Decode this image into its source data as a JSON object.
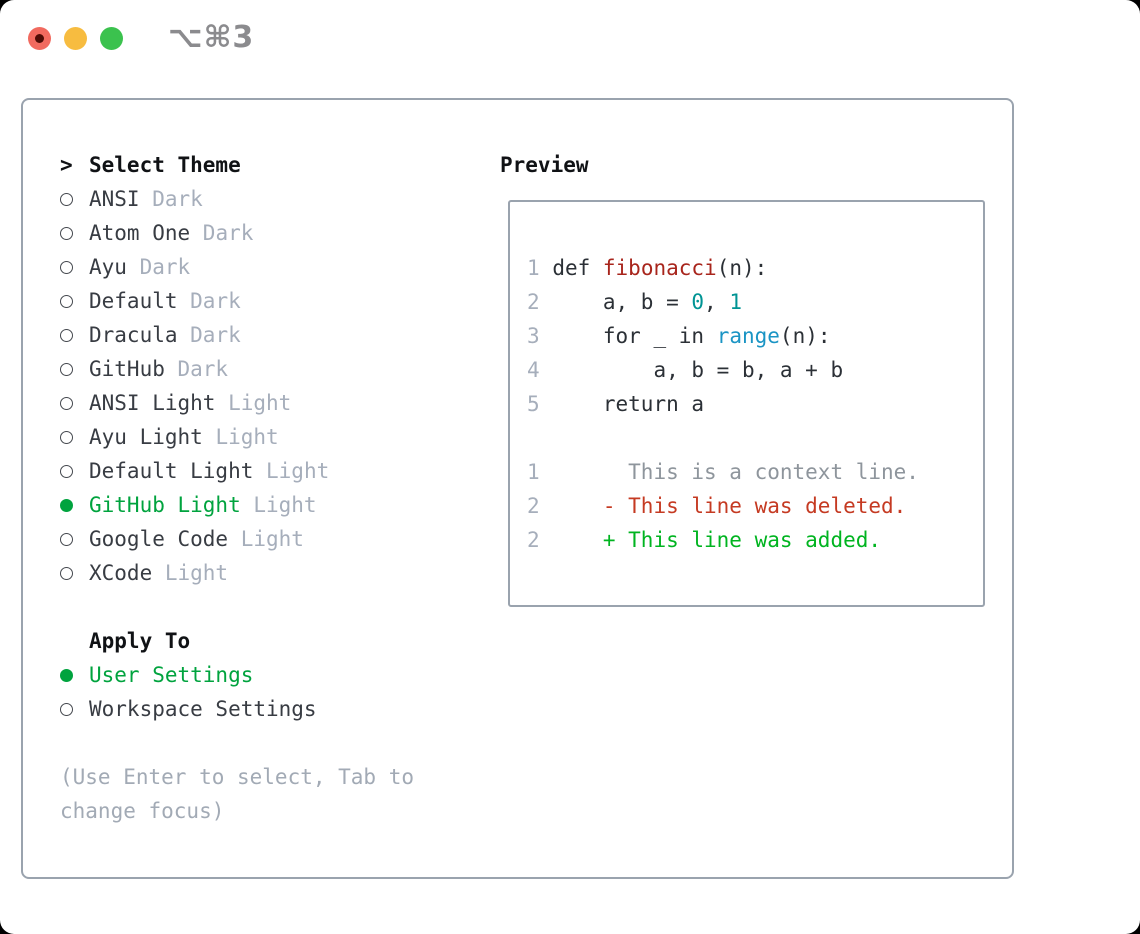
{
  "window": {
    "shortcut": "⌥⌘3",
    "traffic_lights": [
      {
        "name": "close",
        "color": "#f16a5f",
        "has_unsaved_dot": true,
        "dot_color": "#4e0c06"
      },
      {
        "name": "minimize",
        "color": "#f7bc40",
        "has_unsaved_dot": false
      },
      {
        "name": "zoom",
        "color": "#3bc24e",
        "has_unsaved_dot": false
      }
    ]
  },
  "theme_list": {
    "header": "Select Theme",
    "cursor": ">",
    "items": [
      {
        "name": "ANSI",
        "variant": "Dark",
        "selected": false
      },
      {
        "name": "Atom One",
        "variant": "Dark",
        "selected": false
      },
      {
        "name": "Ayu",
        "variant": "Dark",
        "selected": false
      },
      {
        "name": "Default",
        "variant": "Dark",
        "selected": false
      },
      {
        "name": "Dracula",
        "variant": "Dark",
        "selected": false
      },
      {
        "name": "GitHub",
        "variant": "Dark",
        "selected": false
      },
      {
        "name": "ANSI Light",
        "variant": "Light",
        "selected": false
      },
      {
        "name": "Ayu Light",
        "variant": "Light",
        "selected": false
      },
      {
        "name": "Default Light",
        "variant": "Light",
        "selected": false
      },
      {
        "name": "GitHub Light",
        "variant": "Light",
        "selected": true
      },
      {
        "name": "Google Code",
        "variant": "Light",
        "selected": false
      },
      {
        "name": "XCode",
        "variant": "Light",
        "selected": false
      }
    ]
  },
  "apply_to": {
    "header": "Apply To",
    "options": [
      {
        "label": "User Settings",
        "selected": true
      },
      {
        "label": "Workspace Settings",
        "selected": false
      }
    ]
  },
  "hint": {
    "line1": "(Use Enter to select, Tab to",
    "line2": "change focus)"
  },
  "preview": {
    "header": "Preview",
    "lines": [
      {
        "n": "1",
        "tokens": [
          {
            "t": " ",
            "c": "p"
          },
          {
            "t": "def ",
            "c": "k"
          },
          {
            "t": "fibonacci",
            "c": "fn"
          },
          {
            "t": "(n):",
            "c": "p"
          }
        ]
      },
      {
        "n": "2",
        "tokens": [
          {
            "t": "     a, b = ",
            "c": "p"
          },
          {
            "t": "0",
            "c": "num"
          },
          {
            "t": ", ",
            "c": "p"
          },
          {
            "t": "1",
            "c": "num"
          }
        ]
      },
      {
        "n": "3",
        "tokens": [
          {
            "t": "     ",
            "c": "p"
          },
          {
            "t": "for",
            "c": "k"
          },
          {
            "t": " _ ",
            "c": "p"
          },
          {
            "t": "in",
            "c": "k"
          },
          {
            "t": " ",
            "c": "p"
          },
          {
            "t": "range",
            "c": "bi"
          },
          {
            "t": "(n):",
            "c": "p"
          }
        ]
      },
      {
        "n": "4",
        "tokens": [
          {
            "t": "         a, b = b, a + b",
            "c": "p"
          }
        ]
      },
      {
        "n": "5",
        "tokens": [
          {
            "t": "     ",
            "c": "p"
          },
          {
            "t": "return",
            "c": "k"
          },
          {
            "t": " a",
            "c": "p"
          }
        ]
      },
      {
        "n": "",
        "tokens": []
      },
      {
        "n": "1",
        "tokens": [
          {
            "t": "       This is a context line.",
            "c": "ctx"
          }
        ]
      },
      {
        "n": "2",
        "tokens": [
          {
            "t": "     - This line was deleted.",
            "c": "del"
          }
        ]
      },
      {
        "n": "2",
        "tokens": [
          {
            "t": "     + This line was added.",
            "c": "add"
          }
        ]
      }
    ]
  },
  "colors": {
    "panel_border": "#9aa3ae",
    "selected_green": "#00a33e",
    "added_green": "#00b420",
    "deleted_red": "#c53a22",
    "function_red": "#a8251c",
    "number_teal": "#009494",
    "builtin_blue": "#1a94c4",
    "plain_text": "#2b3036",
    "theme_name_text": "#383c43",
    "muted_gray": "#a6aebb",
    "context_gray": "#8e959c",
    "hint_gray": "#a2aab5",
    "shortcut_gray": "#8b8b8e"
  }
}
